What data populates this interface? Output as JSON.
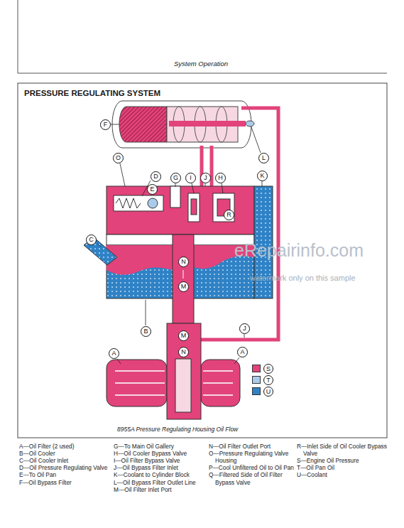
{
  "diagram": {
    "title": "PRESSURE REGULATING SYSTEM",
    "caption": "8955A Pressure Regulating Housing Oil Flow",
    "nodes": [
      {
        "text": [
          "F"
        ]
      },
      {
        "text": [
          "O"
        ]
      },
      {
        "text": [
          "L"
        ]
      },
      {
        "text": [
          "D"
        ]
      },
      {
        "text": [
          "E"
        ]
      },
      {
        "text": [
          "G"
        ]
      },
      {
        "text": [
          "I"
        ]
      },
      {
        "text": [
          "J"
        ]
      },
      {
        "text": [
          "H"
        ]
      },
      {
        "text": [
          "K"
        ]
      },
      {
        "text": [
          "R"
        ]
      },
      {
        "text": [
          "C"
        ]
      },
      {
        "text": [
          "N"
        ]
      },
      {
        "text": [
          "M"
        ]
      },
      {
        "text": [
          "B"
        ]
      },
      {
        "text": [
          "J"
        ]
      },
      {
        "text": [
          "M"
        ]
      },
      {
        "text": [
          "A"
        ]
      },
      {
        "text": [
          "N"
        ]
      },
      {
        "text": [
          "A"
        ]
      }
    ],
    "labels": [
      "System Operation",
      "A—Oil Filter (2 used)",
      "B—Oil Cooler",
      "C—Oil Cooler Inlet",
      "D—Oil Pressure Regulating Valve",
      "E—To Oil Pan",
      "F—Oil Bypass Filter",
      "G—To Main Oil Gallery",
      "H—Oil Cooler Bypass Valve",
      "I—Oil Filter Bypass Valve",
      "J—Oil Bypass Filter Inlet",
      "K—Coolant to Cylinder Block",
      "L—Oil Bypass Filter Outlet Line",
      "M—Oil Filter Inlet Port",
      "N—Oil Filter Outlet Port",
      "O—Pressure Regulating Valve Housing",
      "P—Cool Unfiltered Oil to Oil Pan",
      "Q—Filtered Side of Oil Filter Bypass Valve",
      "R—Inlet Side of Oil Cooler Bypass Valve",
      "S—Engine Oil Pressure",
      "T—Oil Pan Oil",
      "U—Coolant",
      "eRepairinfo.com",
      "watermark only on this sample"
    ],
    "legend": [
      {
        "text": "S",
        "color": "#e2437a"
      },
      {
        "text": "T",
        "color": "#a9cbe9"
      },
      {
        "text": "U",
        "color": "#2f82c6"
      }
    ]
  }
}
